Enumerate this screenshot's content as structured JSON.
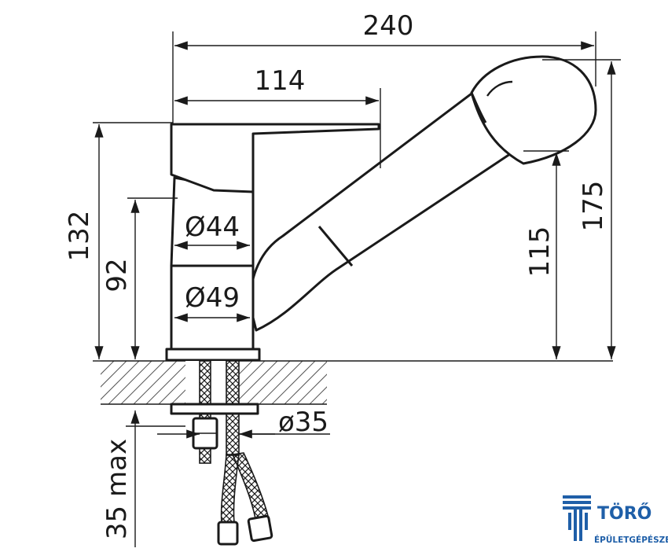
{
  "dimensions": {
    "total_width": "240",
    "lever_length": "114",
    "body_height": "132",
    "lower_body_height": "92",
    "upper_diameter": "Ø44",
    "lower_diameter": "Ø49",
    "mount_hole": "ø35",
    "spout_height": "115",
    "total_height": "175",
    "max_thickness": "35 max"
  },
  "brand": {
    "name": "TÖRŐ",
    "tagline": "ÉPÜLETGÉPÉSZET",
    "color": "#1f5fa8"
  }
}
